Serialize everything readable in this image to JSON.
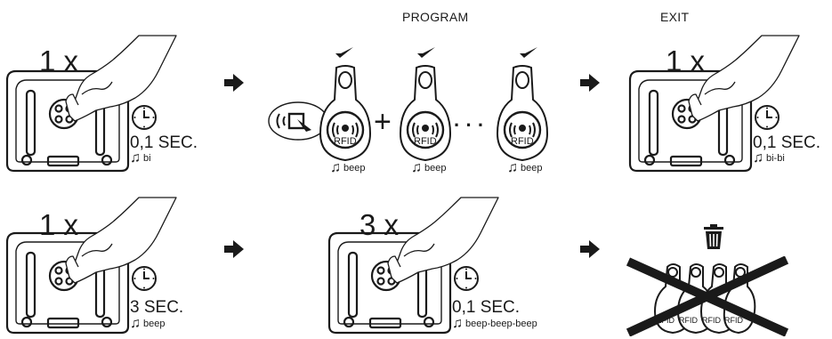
{
  "headings": {
    "program": "PROGRAM",
    "exit": "EXIT"
  },
  "step1": {
    "count": "1 x",
    "duration": "0,1 SEC.",
    "sound": "bi"
  },
  "program": {
    "sounds": [
      "beep",
      "beep",
      "beep"
    ],
    "tag_label": "RFID",
    "plus": "+",
    "dots": "· · ·"
  },
  "exit": {
    "count": "1 x",
    "duration": "0,1 SEC.",
    "sound": "bi-bi"
  },
  "step2": {
    "count": "1 x",
    "duration": "3 SEC.",
    "sound": "beep"
  },
  "step3": {
    "count": "3 x",
    "duration": "0,1 SEC.",
    "sound": "beep-beep-beep"
  },
  "delete": {
    "tag_labels": [
      "RFID",
      "RFID",
      "RFID",
      "RFID"
    ]
  },
  "icons": {
    "press": "finger-press-icon",
    "timer": "clock-icon",
    "sound": "music-note-icon",
    "arrow": "arrow-right-icon",
    "check": "checkmark-icon",
    "trash": "trash-icon"
  }
}
